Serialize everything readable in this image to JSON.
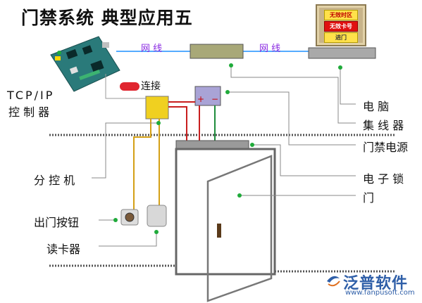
{
  "title": "门禁系统  典型应用五",
  "wire_label_1": "网  线",
  "wire_label_2": "网  线",
  "network_connect": "连接",
  "monitor": {
    "item1": "无效时区",
    "item2": "无效卡号",
    "item3": "进门"
  },
  "labels": {
    "tcpip_line1": "TCP/IP",
    "tcpip_line2": "控 制 器",
    "computer": "电  脑",
    "hub": "集 线 器",
    "power": "门禁电源",
    "elock": "电 子 锁",
    "door": "门",
    "sub_controller": "分 控 机",
    "exit_button": "出门按钮",
    "card_reader": "读卡器"
  },
  "polarity": {
    "plus": "+",
    "minus": "−"
  },
  "logo": {
    "name": "泛普软件",
    "url": "www.fanpusoft.com"
  },
  "colors": {
    "accent_wire": "#8a2be2",
    "network_line": "#1e90ff",
    "power_wire_red": "#c81e1e",
    "power_wire_green": "#1e8c3c",
    "signal_wire": "#d4a017"
  }
}
